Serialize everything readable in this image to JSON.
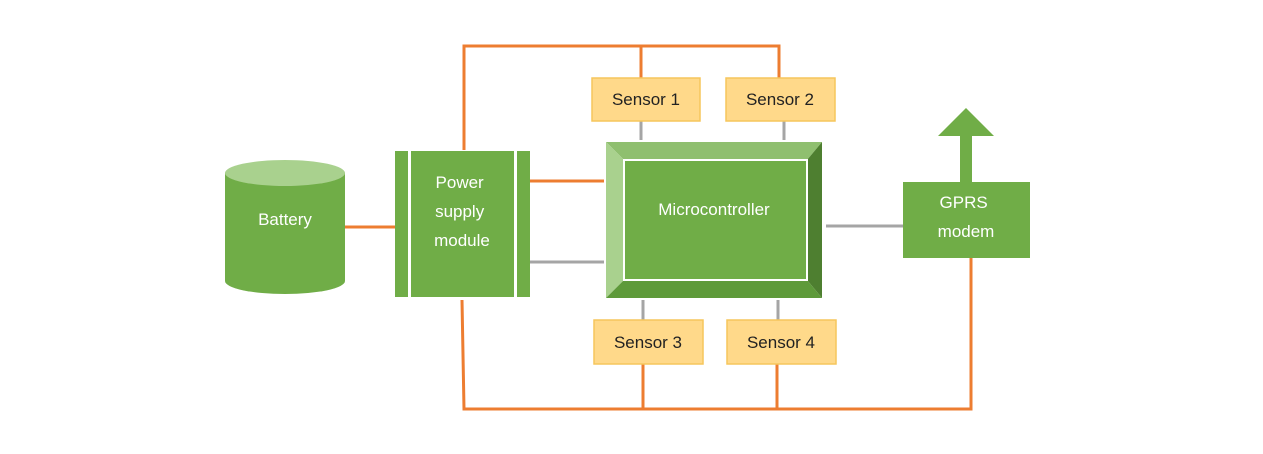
{
  "diagram": {
    "nodes": {
      "battery": {
        "label": "Battery"
      },
      "power_supply": {
        "lines": [
          "Power",
          "supply",
          "module"
        ]
      },
      "microcontroller": {
        "label": "Microcontroller"
      },
      "gprs": {
        "lines": [
          "GPRS",
          "modem"
        ]
      },
      "sensor1": {
        "label": "Sensor 1"
      },
      "sensor2": {
        "label": "Sensor 2"
      },
      "sensor3": {
        "label": "Sensor 3"
      },
      "sensor4": {
        "label": "Sensor 4"
      }
    },
    "colors": {
      "green": "#70AD47",
      "green_light": "#A9D18E",
      "green_dark": "#4E7F30",
      "green_top_bevel": "#8FBF6F",
      "sensor_fill": "#FFD98A",
      "sensor_border": "#F5C65C",
      "power_wire": "#ED7D31",
      "data_wire": "#A5A5A5"
    },
    "icons": {
      "antenna": "up-arrow-icon",
      "battery": "cylinder-icon"
    }
  }
}
